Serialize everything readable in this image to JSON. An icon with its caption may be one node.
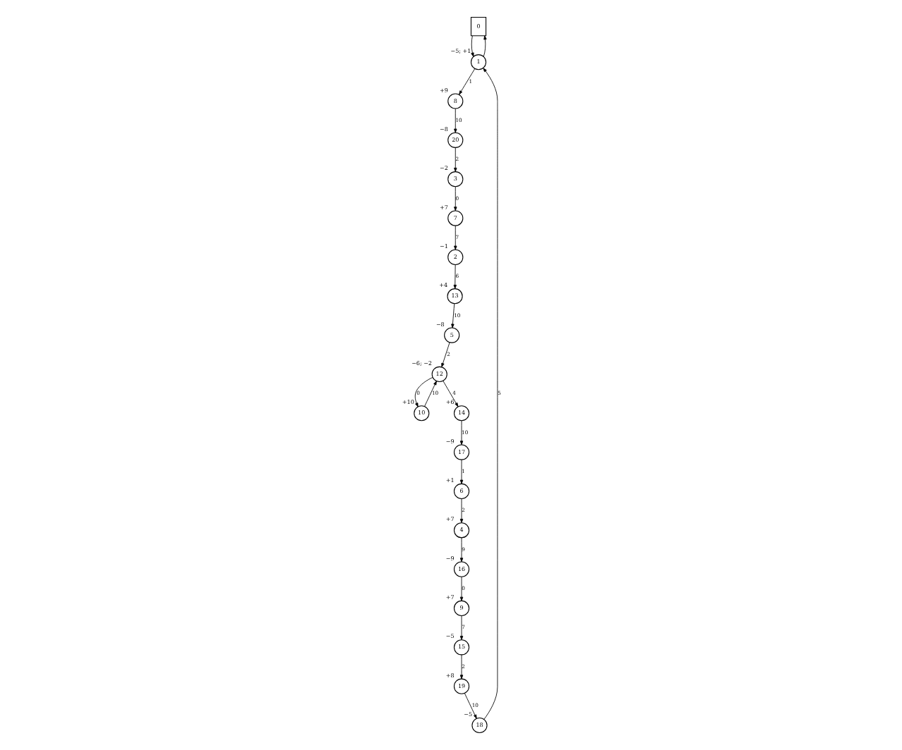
{
  "diagram": {
    "nodes": [
      {
        "text": [
          "0"
        ]
      },
      {
        "text": [
          "1"
        ],
        "beside": [
          "−5; +1"
        ]
      },
      {
        "text": [
          "2"
        ],
        "beside": [
          "−1"
        ]
      },
      {
        "text": [
          "3"
        ],
        "beside": [
          "−2"
        ]
      },
      {
        "text": [
          "4"
        ],
        "beside": [
          "+7"
        ]
      },
      {
        "text": [
          "5"
        ],
        "beside": [
          "−8"
        ]
      },
      {
        "text": [
          "6"
        ],
        "beside": [
          "+1"
        ]
      },
      {
        "text": [
          "7"
        ],
        "beside": [
          "+7"
        ]
      },
      {
        "text": [
          "8"
        ],
        "beside": [
          "+9"
        ]
      },
      {
        "text": [
          "9"
        ],
        "beside": [
          "+7"
        ]
      },
      {
        "text": [
          "10"
        ],
        "beside": [
          "+10"
        ]
      },
      {
        "text": [
          "12"
        ],
        "beside": [
          "−6; −2"
        ]
      },
      {
        "text": [
          "13"
        ],
        "beside": [
          "+4"
        ]
      },
      {
        "text": [
          "14"
        ],
        "beside": [
          "+6"
        ]
      },
      {
        "text": [
          "15"
        ],
        "beside": [
          "−5"
        ]
      },
      {
        "text": [
          "16"
        ],
        "beside": [
          "−9"
        ]
      },
      {
        "text": [
          "17"
        ],
        "beside": [
          "−9"
        ]
      },
      {
        "text": [
          "18"
        ],
        "beside": [
          "−5"
        ]
      },
      {
        "text": [
          "19"
        ],
        "beside": [
          "+8"
        ]
      },
      {
        "text": [
          "20"
        ],
        "beside": [
          "−8"
        ]
      }
    ],
    "edges": [
      {
        "from": 9,
        "to": 14,
        "arrow": "to",
        "label": "7"
      },
      {
        "from": 14,
        "to": 18,
        "arrow": "to",
        "label": "2"
      },
      {
        "from": 15,
        "to": 9,
        "arrow": "to",
        "label": "0"
      },
      {
        "from": 18,
        "to": 17,
        "arrow": "to",
        "label": "10"
      },
      {
        "from": 17,
        "to": 1,
        "arrow": "to",
        "label": "5"
      },
      {
        "from": 1,
        "to": 8,
        "arrow": "to",
        "label": "1"
      },
      {
        "from": 0,
        "to": 1,
        "arrow": "to"
      },
      {
        "from": 1,
        "to": 0,
        "arrow": "to"
      },
      {
        "from": 8,
        "to": 19,
        "arrow": "to",
        "label": "10"
      },
      {
        "from": 19,
        "to": 3,
        "arrow": "to",
        "label": "2"
      },
      {
        "from": 3,
        "to": 7,
        "arrow": "to",
        "label": "0"
      },
      {
        "from": 7,
        "to": 2,
        "arrow": "to",
        "label": "7"
      },
      {
        "from": 2,
        "to": 12,
        "arrow": "to",
        "label": "6"
      },
      {
        "from": 12,
        "to": 5,
        "arrow": "to",
        "label": "10"
      },
      {
        "from": 5,
        "to": 11,
        "arrow": "to",
        "label": "2"
      },
      {
        "from": 11,
        "to": 10,
        "arrow": "to",
        "label": "0"
      },
      {
        "from": 10,
        "to": 11,
        "arrow": "to",
        "label": "10"
      },
      {
        "from": 11,
        "to": 13,
        "arrow": "to",
        "label": "4"
      },
      {
        "from": 13,
        "to": 16,
        "arrow": "to",
        "label": "10"
      },
      {
        "from": 16,
        "to": 6,
        "arrow": "to",
        "label": "1"
      },
      {
        "from": 6,
        "to": 4,
        "arrow": "to",
        "label": "2"
      },
      {
        "from": 4,
        "to": 15,
        "arrow": "to",
        "label": "9"
      }
    ]
  }
}
